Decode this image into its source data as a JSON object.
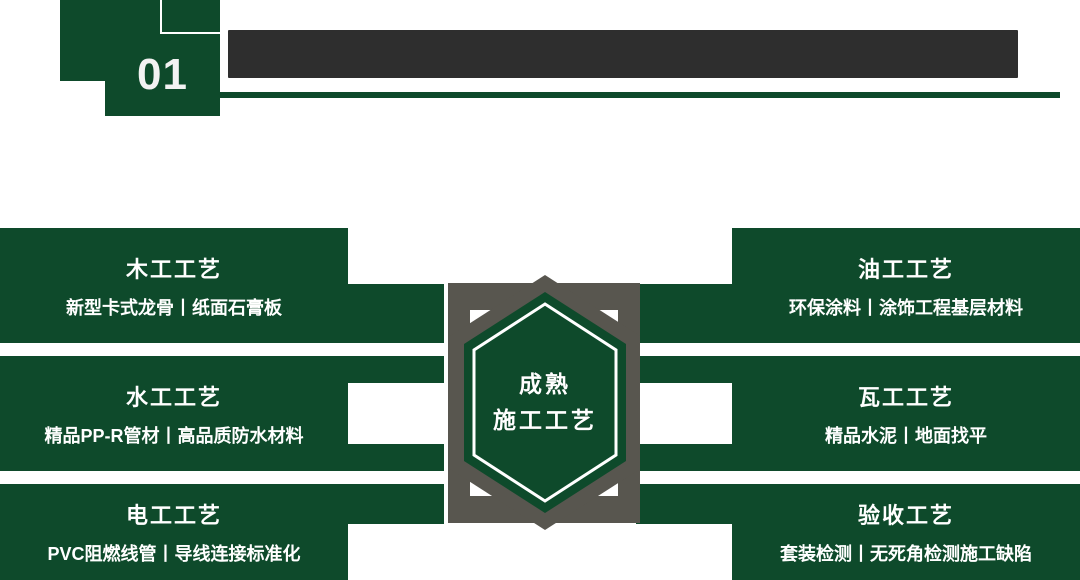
{
  "header": {
    "number": "01",
    "title_redacted": "",
    "title_state": "redacted-black-bar"
  },
  "center": {
    "line1": "成熟",
    "line2": "施工工艺"
  },
  "left_cards": [
    {
      "title": "木工工艺",
      "subtitle": "新型卡式龙骨丨纸面石膏板"
    },
    {
      "title": "水工工艺",
      "subtitle": "精品PP-R管材丨高品质防水材料"
    },
    {
      "title": "电工工艺",
      "subtitle": "PVC阻燃线管丨导线连接标准化"
    }
  ],
  "right_cards": [
    {
      "title": "油工工艺",
      "subtitle": "环保涂料丨涂饰工程基层材料"
    },
    {
      "title": "瓦工工艺",
      "subtitle": "精品水泥丨地面找平"
    },
    {
      "title": "验收工艺",
      "subtitle": "套装检测丨无死角检测施工缺陷"
    }
  ],
  "colors": {
    "green": "#0e4a2b",
    "gray": "#58564f",
    "title_bar": "#2e2e2e",
    "text": "#ffffff",
    "background": "#ffffff"
  }
}
